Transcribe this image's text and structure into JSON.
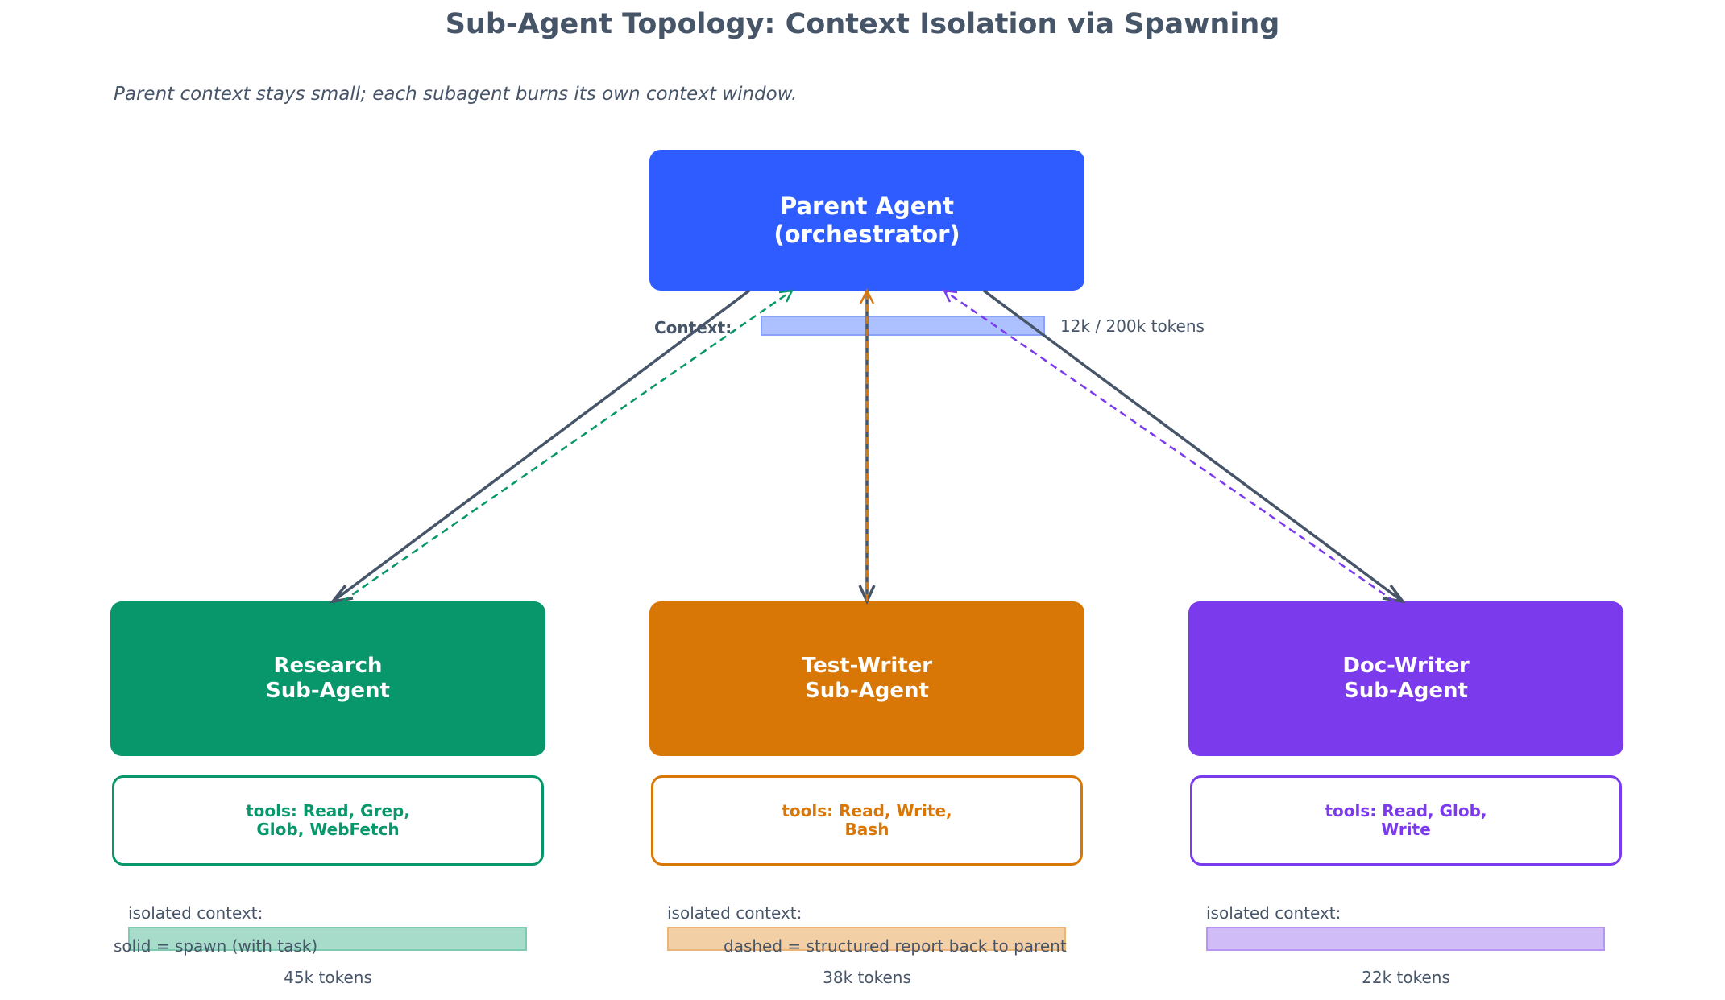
{
  "title": "Sub-Agent Topology: Context Isolation via Spawning",
  "subtitle": "Parent context stays small; each subagent burns its own context window.",
  "parent": {
    "label": "Parent Agent\n(orchestrator)",
    "color": "#2f5cff",
    "context_label": "Context:",
    "context_text": "12k / 200k tokens",
    "context_used_tokens": 12000,
    "context_total_tokens": 200000
  },
  "colors": {
    "text": "#475569",
    "spawn_edge": "#475569"
  },
  "subagents": [
    {
      "label": "Research\nSub-Agent",
      "tools": "tools: Read, Grep,\nGlob, WebFetch",
      "color": "#07976b",
      "bar_fill": "#a7dcca",
      "bar_border": "#7fcbb0",
      "context_label": "isolated context:",
      "tokens_text": "45k tokens"
    },
    {
      "label": "Test-Writer\nSub-Agent",
      "tools": "tools: Read, Write,\nBash",
      "color": "#d97706",
      "bar_fill": "#f3cfa6",
      "bar_border": "#ebb478",
      "context_label": "isolated context:",
      "tokens_text": "38k tokens"
    },
    {
      "label": "Doc-Writer\nSub-Agent",
      "tools": "tools: Read, Glob,\nWrite",
      "color": "#7c3aed",
      "bar_fill": "#d0bdf7",
      "bar_border": "#b695f3",
      "context_label": "isolated context:",
      "tokens_text": "22k tokens"
    }
  ],
  "legend": {
    "solid": "solid = spawn (with task)",
    "dashed": "dashed = structured report back to parent"
  }
}
